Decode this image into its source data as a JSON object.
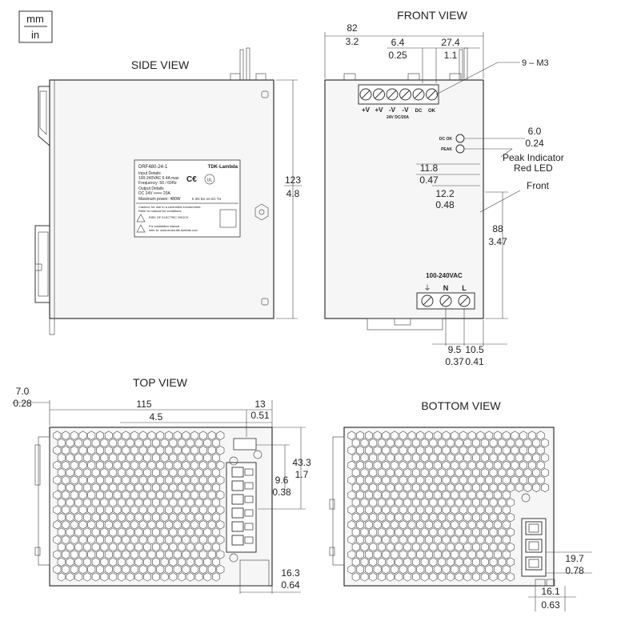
{
  "units": {
    "mm": "mm",
    "in": "in"
  },
  "views": {
    "side": "SIDE VIEW",
    "front": "FRONT VIEW",
    "top": "TOP VIEW",
    "bottom": "BOTTOM VIEW"
  },
  "label": {
    "title": "DRF480-24-1",
    "brand": "TDK·Lambda",
    "input_title": "Input Details",
    "input_line1": "100-240VAC 5.4A max",
    "input_line2": "Frequency: 50 / 60Hz",
    "output_title": "Output Details",
    "output_line1": "DC 24V ═══ 20A",
    "output_line2": "Maximum power: 480W",
    "cert": "II 3G Ex nA IIC T4",
    "caution1": "Caution: for use in a controlled environment.",
    "caution2": "Refer to manual for conditions.",
    "shock": "RISK OF ELECTRIC SHOCK",
    "manual1": "For installation manual",
    "manual2": "refer to: www.emea.tdk-lambda.com"
  },
  "front": {
    "terminals": [
      "+V",
      "+V",
      "-V",
      "-V",
      "DC",
      "OK"
    ],
    "terminal_rating": "24V DC/20A",
    "led_dc_ok": "DC OK",
    "led_peak": "PEAK",
    "input_label": "100-240VAC",
    "input_terminals": [
      "⏚",
      "N",
      "L"
    ],
    "callout_screws": "9 – M3",
    "callout_peak1": "Peak Indicator",
    "callout_peak2": "Red LED",
    "callout_front": "Front"
  },
  "dims": {
    "side_h_mm": "123",
    "side_h_in": "4.8",
    "front_w_mm": "82",
    "front_w_in": "3.2",
    "front_a_mm": "6.4",
    "front_a_in": "0.25",
    "front_b_mm": "27.4",
    "front_b_in": "1.1",
    "led_mm": "6.0",
    "led_in": "0.24",
    "peak1_mm": "11.8",
    "peak1_in": "0.47",
    "peak2_mm": "12.2",
    "peak2_in": "0.48",
    "front_h_mm": "88",
    "front_h_in": "3.47",
    "in1_mm": "9.5",
    "in1_in": "0.37",
    "in2_mm": "10.5",
    "in2_in": "0.41",
    "top_a_mm": "7.0",
    "top_a_in": "0.28",
    "top_w_mm": "115",
    "top_w_in": "4.5",
    "top_b_mm": "13",
    "top_b_in": "0.51",
    "top_c_mm": "43.3",
    "top_c_in": "1.7",
    "top_d_mm": "9.6",
    "top_d_in": "0.38",
    "top_e_mm": "16.3",
    "top_e_in": "0.64",
    "bot_a_mm": "19.7",
    "bot_a_in": "0.78",
    "bot_b_mm": "16.1",
    "bot_b_in": "0.63"
  }
}
